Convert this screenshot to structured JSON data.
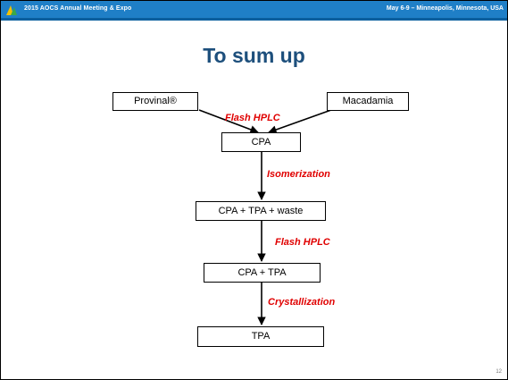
{
  "header": {
    "left_text": "2015 AOCS Annual Meeting & Expo",
    "right_text": "May 6-9 – Minneapolis, Minnesota, USA",
    "logo_icon": "aocs-logo-icon",
    "bar_color": "#1f7fc7"
  },
  "slide": {
    "title": "To sum up",
    "page_number": "12"
  },
  "flow": {
    "sources": [
      "Provinal®",
      "Macadamia"
    ],
    "nodes": [
      "CPA",
      "CPA + TPA + waste",
      "CPA + TPA",
      "TPA"
    ],
    "steps": [
      "Flash HPLC",
      "Isomerization",
      "Flash HPLC",
      "Crystallization"
    ],
    "label_color": "#e00000"
  }
}
